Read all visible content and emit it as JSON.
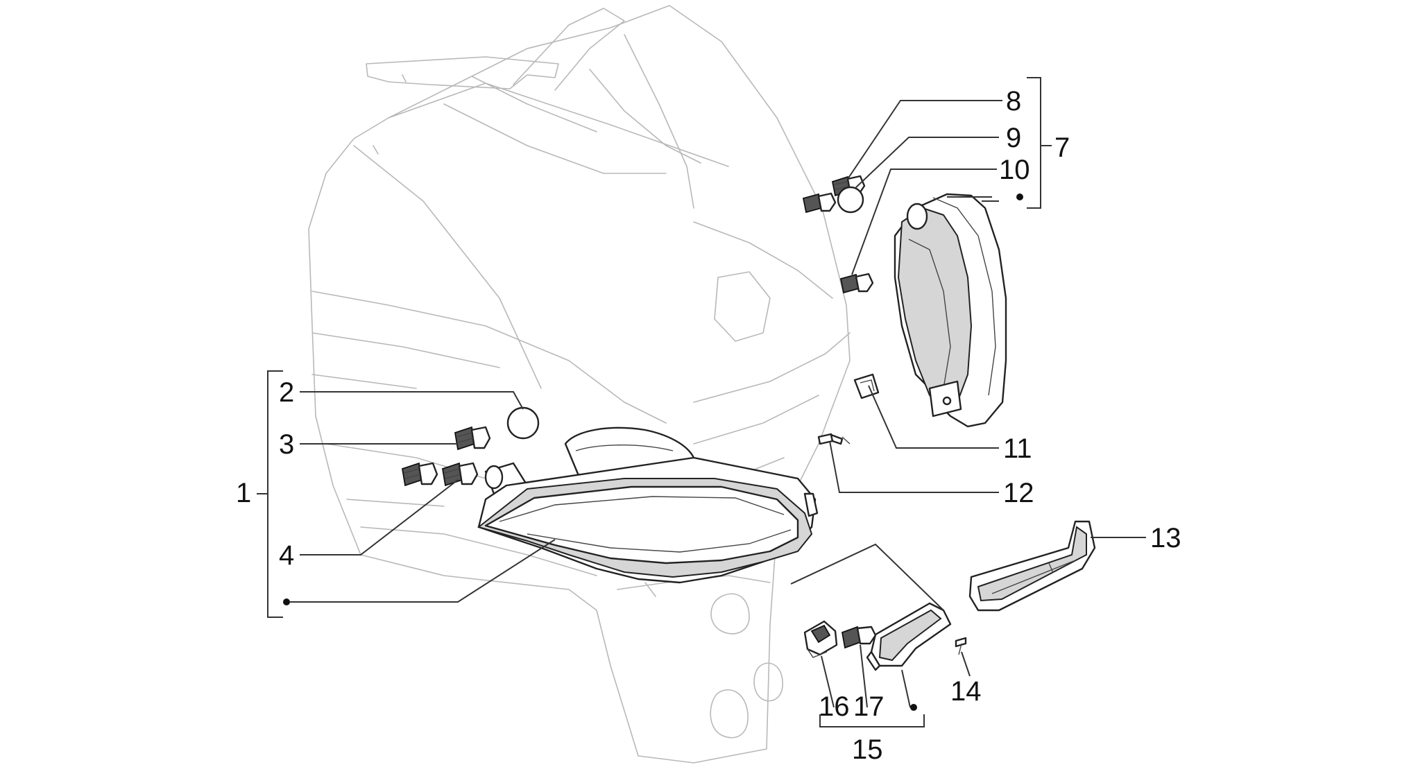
{
  "diagram": {
    "callouts": [
      {
        "id": "c1",
        "label": "1"
      },
      {
        "id": "c2",
        "label": "2"
      },
      {
        "id": "c3",
        "label": "3"
      },
      {
        "id": "c4",
        "label": "4"
      },
      {
        "id": "c7",
        "label": "7"
      },
      {
        "id": "c8",
        "label": "8"
      },
      {
        "id": "c9",
        "label": "9"
      },
      {
        "id": "c10",
        "label": "10"
      },
      {
        "id": "c11",
        "label": "11"
      },
      {
        "id": "c12",
        "label": "12"
      },
      {
        "id": "c13",
        "label": "13"
      },
      {
        "id": "c14",
        "label": "14"
      },
      {
        "id": "c15",
        "label": "15"
      },
      {
        "id": "c16",
        "label": "16"
      },
      {
        "id": "c17",
        "label": "17"
      }
    ]
  }
}
